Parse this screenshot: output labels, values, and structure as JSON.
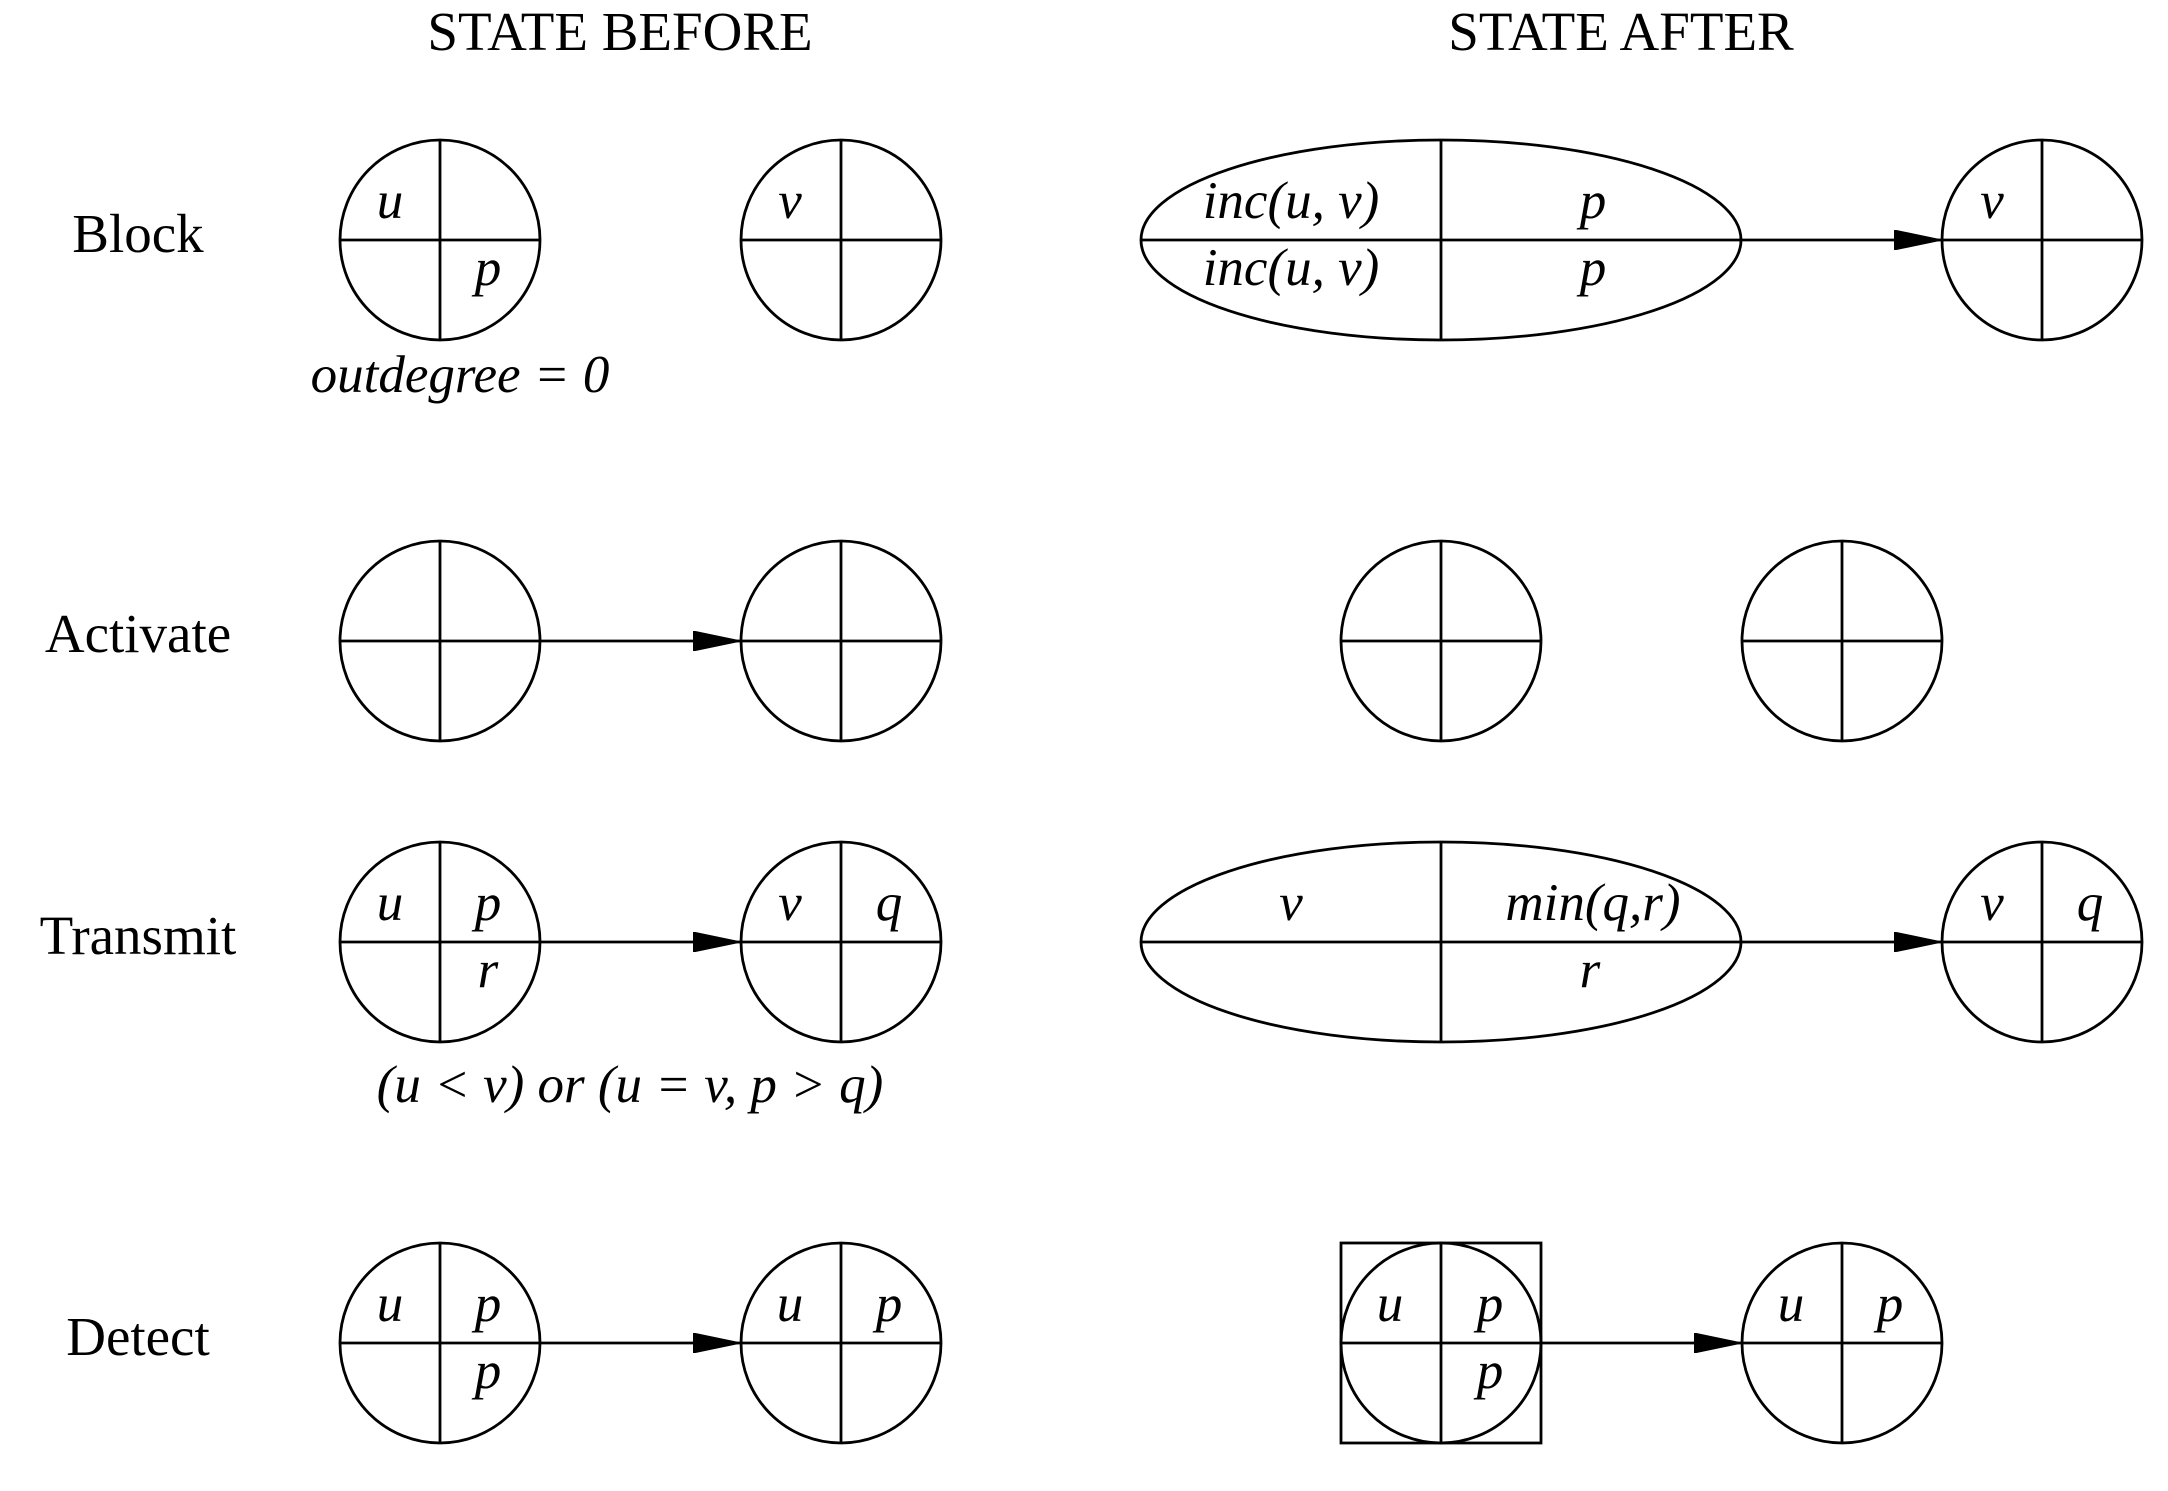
{
  "headers": {
    "before": "STATE BEFORE",
    "after": "STATE AFTER"
  },
  "rows": {
    "block": {
      "label": "Block",
      "before": {
        "node_u": {
          "tl": "u",
          "tr": "",
          "bl": "",
          "br": "p"
        },
        "node_v": {
          "tl": "v",
          "tr": "",
          "bl": "",
          "br": ""
        },
        "condition": "outdegree = 0"
      },
      "after": {
        "ellipse": {
          "tl": "inc(u, v)",
          "tr": "p",
          "bl": "inc(u, v)",
          "br": "p"
        },
        "node_v": {
          "tl": "v",
          "tr": "",
          "bl": "",
          "br": ""
        }
      }
    },
    "activate": {
      "label": "Activate",
      "before": {
        "node_a": {
          "tl": "",
          "tr": "",
          "bl": "",
          "br": ""
        },
        "node_b": {
          "tl": "",
          "tr": "",
          "bl": "",
          "br": ""
        }
      },
      "after": {
        "node_a": {
          "tl": "",
          "tr": "",
          "bl": "",
          "br": ""
        },
        "node_b": {
          "tl": "",
          "tr": "",
          "bl": "",
          "br": ""
        }
      }
    },
    "transmit": {
      "label": "Transmit",
      "before": {
        "node_u": {
          "tl": "u",
          "tr": "p",
          "bl": "",
          "br": "r"
        },
        "node_v": {
          "tl": "v",
          "tr": "q",
          "bl": "",
          "br": ""
        },
        "condition": "(u < v) or (u = v, p > q)"
      },
      "after": {
        "ellipse": {
          "tl": "v",
          "tr": "min(q,r)",
          "bl": "",
          "br": "r"
        },
        "node_v": {
          "tl": "v",
          "tr": "q",
          "bl": "",
          "br": ""
        }
      }
    },
    "detect": {
      "label": "Detect",
      "before": {
        "node_u": {
          "tl": "u",
          "tr": "p",
          "bl": "",
          "br": "p"
        },
        "node_v": {
          "tl": "u",
          "tr": "p",
          "bl": "",
          "br": ""
        }
      },
      "after": {
        "boxed_node": {
          "tl": "u",
          "tr": "p",
          "bl": "",
          "br": "p"
        },
        "node_v": {
          "tl": "u",
          "tr": "p",
          "bl": "",
          "br": ""
        }
      }
    }
  }
}
